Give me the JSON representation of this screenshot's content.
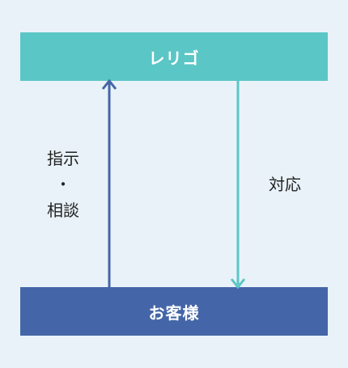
{
  "top_box": {
    "label": "レリゴ",
    "color": "#5bc6c6"
  },
  "bottom_box": {
    "label": "お客様",
    "color": "#4466a8"
  },
  "left_arrow": {
    "direction": "up",
    "color": "#4466a8",
    "label_lines": [
      "指示",
      "・",
      "相談"
    ]
  },
  "right_arrow": {
    "direction": "down",
    "color": "#5bc6c6",
    "label": "対応"
  }
}
